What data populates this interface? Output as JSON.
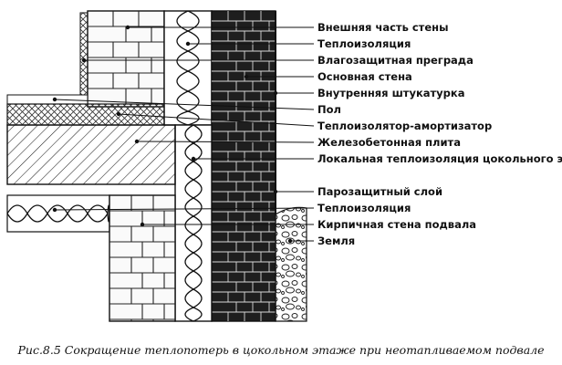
{
  "labels": [
    "Внешняя часть стены",
    "Теплоизоляция",
    "Влагозащитная преграда",
    "Основная стена",
    "Внутренняя штукатурка",
    "Пол",
    "Теплоизолятор-амортизатор",
    "Железобетонная плита",
    "Локальная теплоизоляция цокольного этажа",
    "Парозащитный слой",
    "Теплоизоляция",
    "Кирпичная стена подвала",
    "Земля"
  ],
  "caption": "Рис.8.5 Сокращение теплопотерь в цокольном этаже при неотапливаемом подвале",
  "colors": {
    "ink": "#111111",
    "brick": "#1e1e1e",
    "mortar": "#d8d8d8",
    "paper": "#ffffff"
  }
}
